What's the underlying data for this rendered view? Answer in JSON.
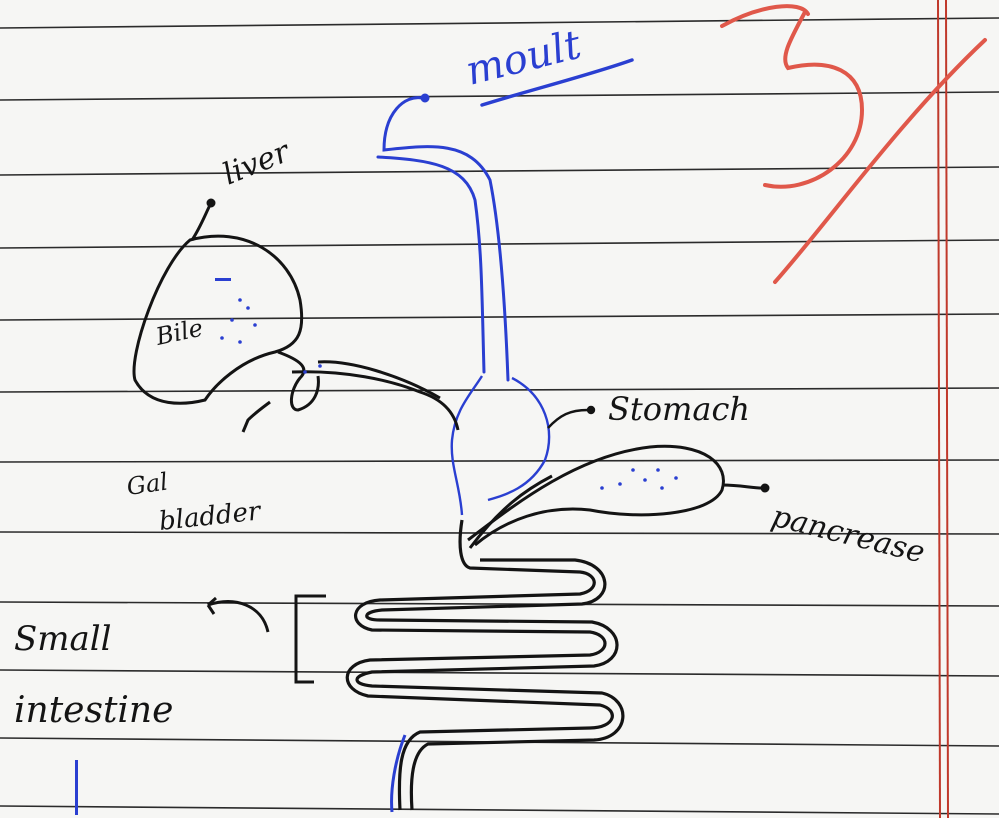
{
  "labels": {
    "mouth": "moult",
    "liver": "liver",
    "bile": "Bile",
    "gall_bladder_line1": "Gal",
    "gall_bladder_line2": "bladder",
    "stomach": "Stomach",
    "pancreas": "pancrease",
    "small_intestine_line1": "Small",
    "small_intestine_line2": "intestine"
  },
  "grade": "3",
  "colors": {
    "paper": "#f6f6f4",
    "rule_line": "#2b2b2b",
    "margin_line": "#c0392b",
    "ink_black": "#141414",
    "ink_blue": "#2a3fd1",
    "ink_red": "#e0584a"
  }
}
